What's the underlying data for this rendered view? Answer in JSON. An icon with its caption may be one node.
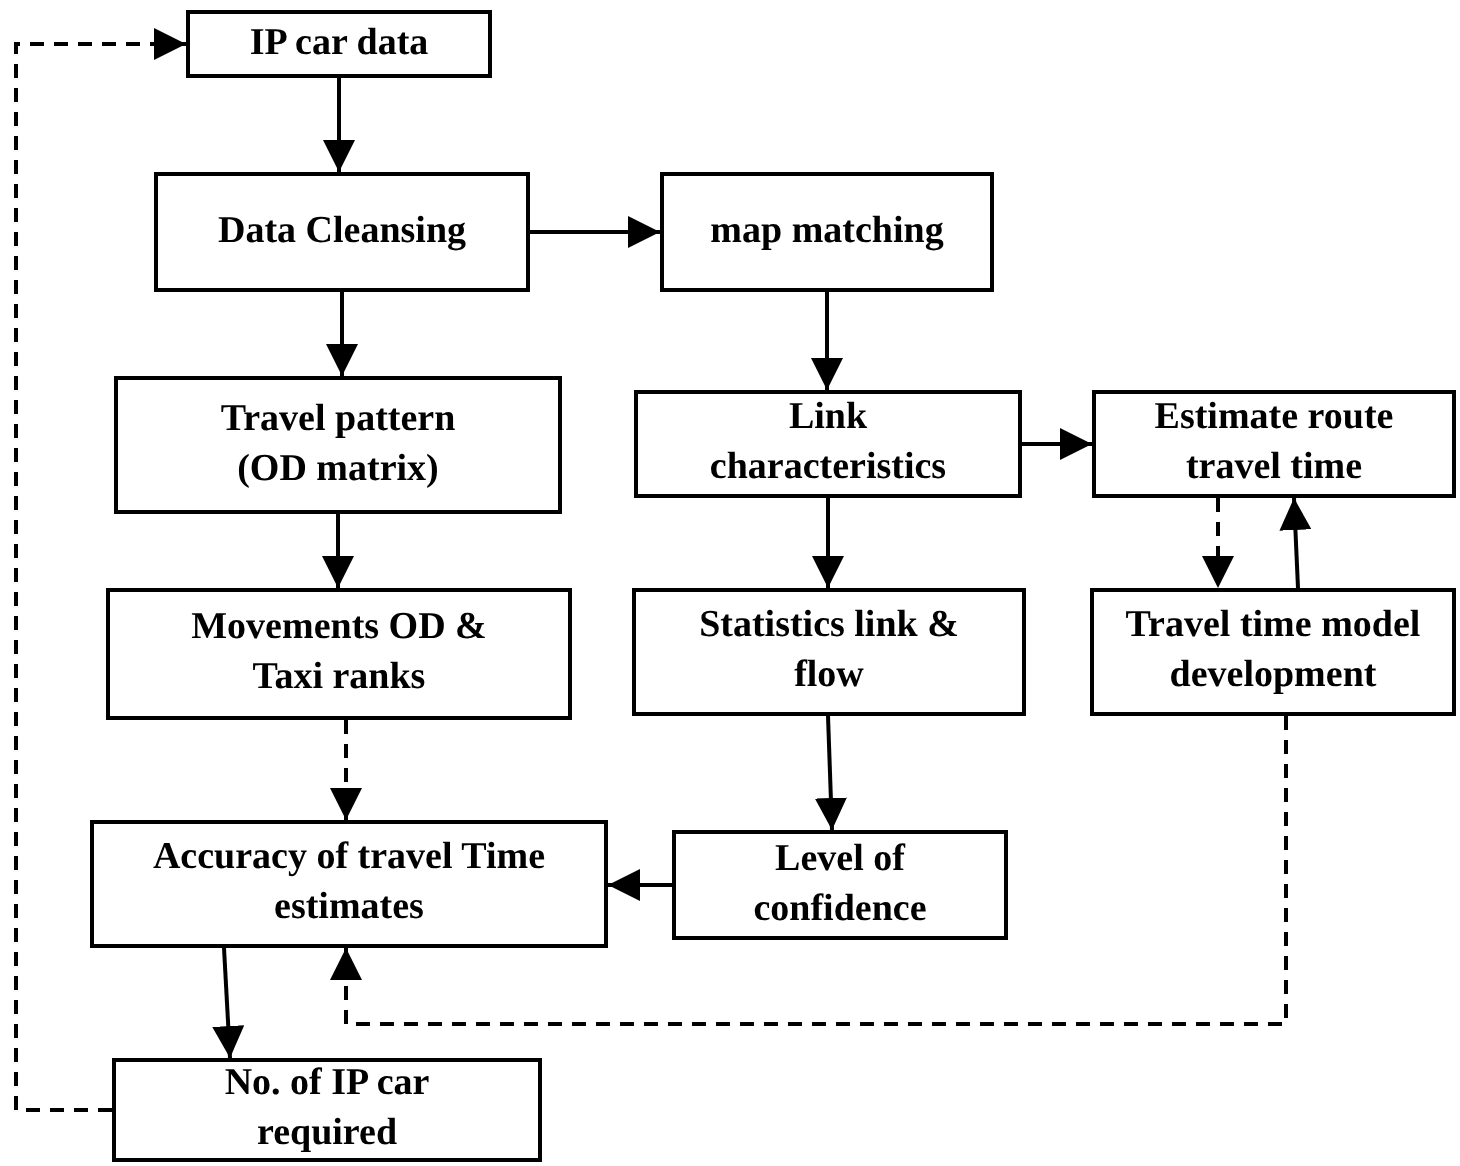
{
  "diagram": {
    "nodes": [
      {
        "text": [
          "IP car data"
        ]
      },
      {
        "text": [
          "Data Cleansing"
        ]
      },
      {
        "text": [
          "map matching"
        ]
      },
      {
        "text": [
          "Travel pattern (OD matrix)"
        ]
      },
      {
        "text": [
          "Link characteristics"
        ]
      },
      {
        "text": [
          "Estimate route travel time"
        ]
      },
      {
        "text": [
          "Movements OD & Taxi ranks"
        ]
      },
      {
        "text": [
          "Statistics link & flow"
        ]
      },
      {
        "text": [
          "Travel time model development"
        ]
      },
      {
        "text": [
          "Accuracy of travel Time estimates"
        ]
      },
      {
        "text": [
          "Level of confidence"
        ]
      },
      {
        "text": [
          "No. of IP car required"
        ]
      }
    ],
    "edges": [
      {
        "from": 0,
        "to": 1,
        "arrow": "to"
      },
      {
        "from": 1,
        "to": 2,
        "arrow": "to"
      },
      {
        "from": 1,
        "to": 3,
        "arrow": "to"
      },
      {
        "from": 2,
        "to": 4,
        "arrow": "to"
      },
      {
        "from": 3,
        "to": 6,
        "arrow": "to"
      },
      {
        "from": 4,
        "to": 5,
        "arrow": "to"
      },
      {
        "from": 4,
        "to": 7,
        "arrow": "to"
      },
      {
        "from": 5,
        "to": 8,
        "arrow": "to",
        "style": "dashed"
      },
      {
        "from": 8,
        "to": 5,
        "arrow": "to"
      },
      {
        "from": 6,
        "to": 9,
        "arrow": "to",
        "style": "dashed"
      },
      {
        "from": 7,
        "to": 10,
        "arrow": "to"
      },
      {
        "from": 10,
        "to": 9,
        "arrow": "to"
      },
      {
        "from": 9,
        "to": 11,
        "arrow": "to"
      },
      {
        "from": 8,
        "to": 9,
        "arrow": "to",
        "style": "dashed"
      },
      {
        "from": 11,
        "to": 0,
        "arrow": "to",
        "style": "dashed"
      }
    ]
  }
}
